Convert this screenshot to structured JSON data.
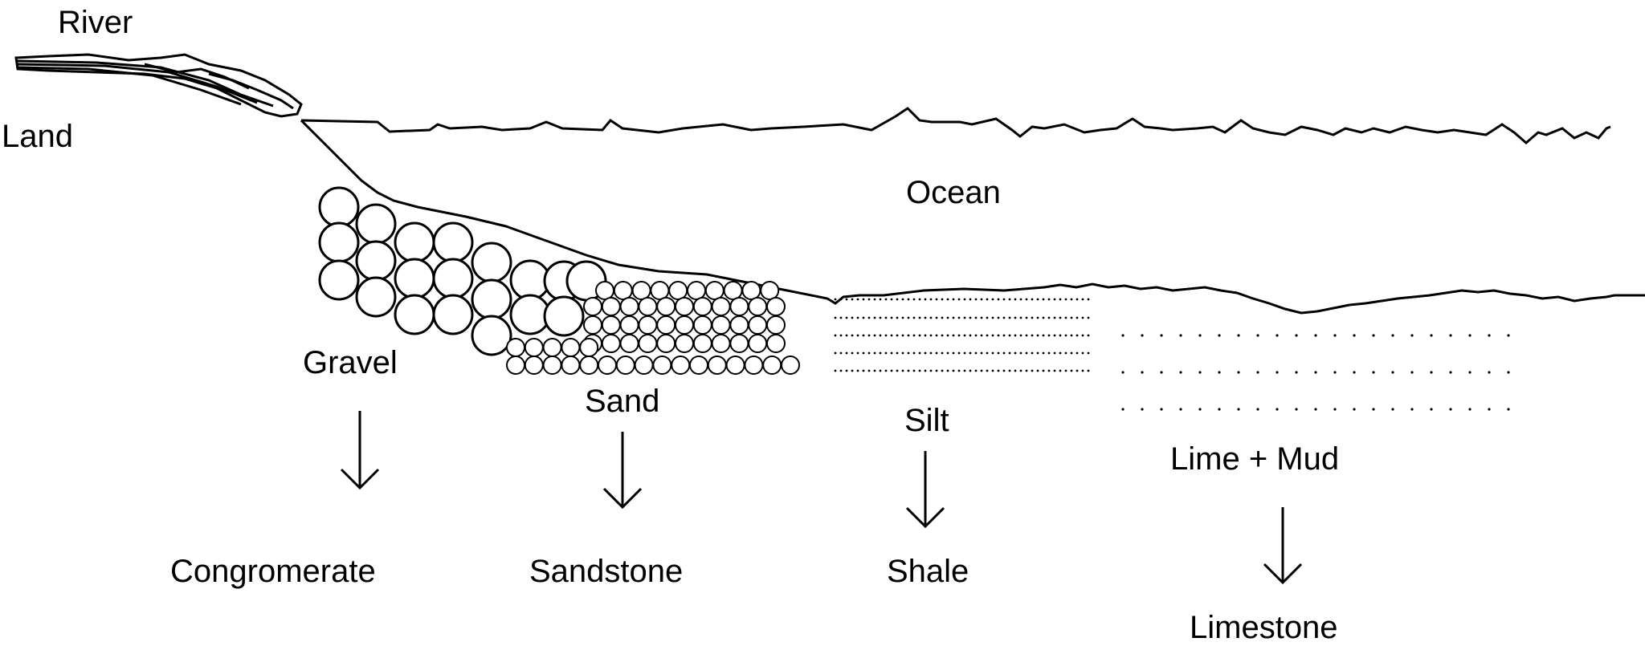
{
  "labels": {
    "river": "River",
    "land": "Land",
    "ocean": "Ocean",
    "gravel": "Gravel",
    "sand": "Sand",
    "silt": "Silt",
    "lime_mud": "Lime + Mud",
    "congromerate": "Congromerate",
    "sandstone": "Sandstone",
    "shale": "Shale",
    "limestone": "Limestone"
  },
  "colors": {
    "ink": "#000000",
    "background": "#ffffff"
  }
}
